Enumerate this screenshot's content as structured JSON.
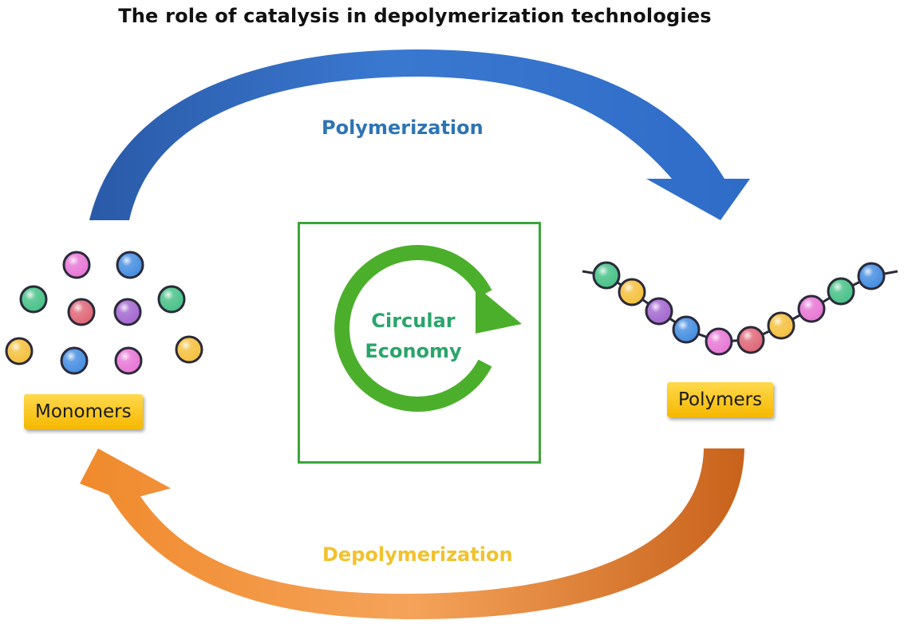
{
  "title": "The role of catalysis in depolymerization technologies",
  "processes": {
    "forward": "Polymerization",
    "reverse": "Depolymerization"
  },
  "nodes": {
    "monomers": "Monomers",
    "polymers": "Polymers"
  },
  "center": {
    "line1": "Circular",
    "line2": "Economy"
  },
  "colors": {
    "forward_arrow": "#2f6fc4",
    "reverse_arrow": "#e8761f",
    "circular_arrow": "#4caf2c",
    "center_text": "#2aa56a",
    "tag_fill": "#f7c21a"
  },
  "bead_colors": [
    "#4cc38a",
    "#f5c242",
    "#a66bd1",
    "#4a90e2",
    "#e87ad6",
    "#e06a7a"
  ]
}
